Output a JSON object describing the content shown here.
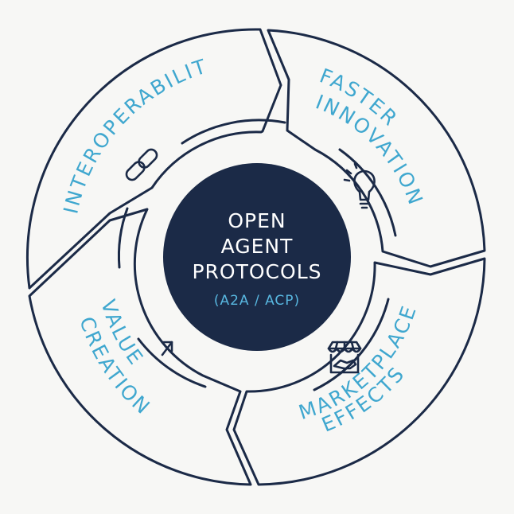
{
  "diagram": {
    "center": {
      "lines": [
        "OPEN",
        "AGENT",
        "PROTOCOLS"
      ],
      "subtitle": "(A2A / ACP)"
    },
    "segments": [
      {
        "label_lines": [
          "INTEROPERABILITY"
        ],
        "icon": "chain-link-icon"
      },
      {
        "label_lines": [
          "FASTER",
          "INNOVATION"
        ],
        "icon": "lightbulb-icon"
      },
      {
        "label_lines": [
          "MARKETPLACE",
          "EFFECTS"
        ],
        "icon": "storefront-handshake-icon"
      },
      {
        "label_lines": [
          "VALUE",
          "CREATION"
        ],
        "icon": "arrow-up-right-icon"
      }
    ],
    "colors": {
      "background": "#f7f7f5",
      "outline": "#1b2a47",
      "center_fill": "#1b2a47",
      "label": "#3fa7cf",
      "center_text": "#ffffff",
      "center_subtitle": "#58b7e0"
    }
  }
}
